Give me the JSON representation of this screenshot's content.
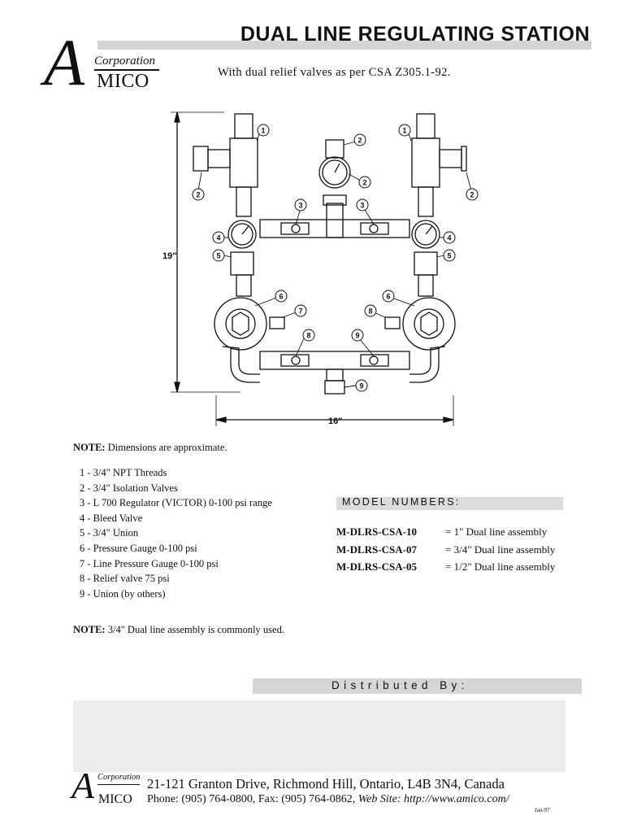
{
  "header": {
    "title": "DUAL LINE REGULATING STATION",
    "subtitle": "With dual relief valves as per CSA Z305.1-92."
  },
  "logo": {
    "big_letter": "A",
    "corporation": "Corporation",
    "mico": "MICO"
  },
  "drawing": {
    "height_dim": "19\"",
    "width_dim": "16\"",
    "callouts": [
      "1",
      "1",
      "2",
      "2",
      "2",
      "2",
      "3",
      "3",
      "4",
      "4",
      "5",
      "5",
      "6",
      "6",
      "7",
      "8",
      "8",
      "9",
      "9"
    ]
  },
  "note1": {
    "label": "NOTE:",
    "text": " Dimensions are approximate."
  },
  "legend": [
    "1 - 3/4\" NPT Threads",
    "2 - 3/4\" Isolation Valves",
    "3 - L 700 Regulator (VICTOR) 0-100 psi range",
    "4 - Bleed Valve",
    "5 - 3/4\" Union",
    "6 - Pressure Gauge 0-100 psi",
    "7 - Line Pressure Gauge 0-100 psi",
    "8 - Relief valve 75 psi",
    "9 - Union (by others)"
  ],
  "note2": {
    "label": "NOTE:",
    "text": " 3/4\" Dual line assembly is commonly used."
  },
  "model_numbers": {
    "title": "MODEL NUMBERS:",
    "rows": [
      {
        "code": "M-DLRS-CSA-10",
        "desc": "= 1\" Dual line assembly"
      },
      {
        "code": "M-DLRS-CSA-07",
        "desc": "= 3/4\" Dual line assembly"
      },
      {
        "code": "M-DLRS-CSA-05",
        "desc": "= 1/2\" Dual line assembly"
      }
    ]
  },
  "distributed_by": "Distributed By:",
  "footer": {
    "address": "21-121 Granton Drive, Richmond Hill, Ontario, L4B 3N4, Canada",
    "phone": "Phone: (905) 764-0800, Fax: (905) 764-0862, ",
    "web": "Web Site: http://www.amico.com/",
    "revision": "Jan-97"
  }
}
